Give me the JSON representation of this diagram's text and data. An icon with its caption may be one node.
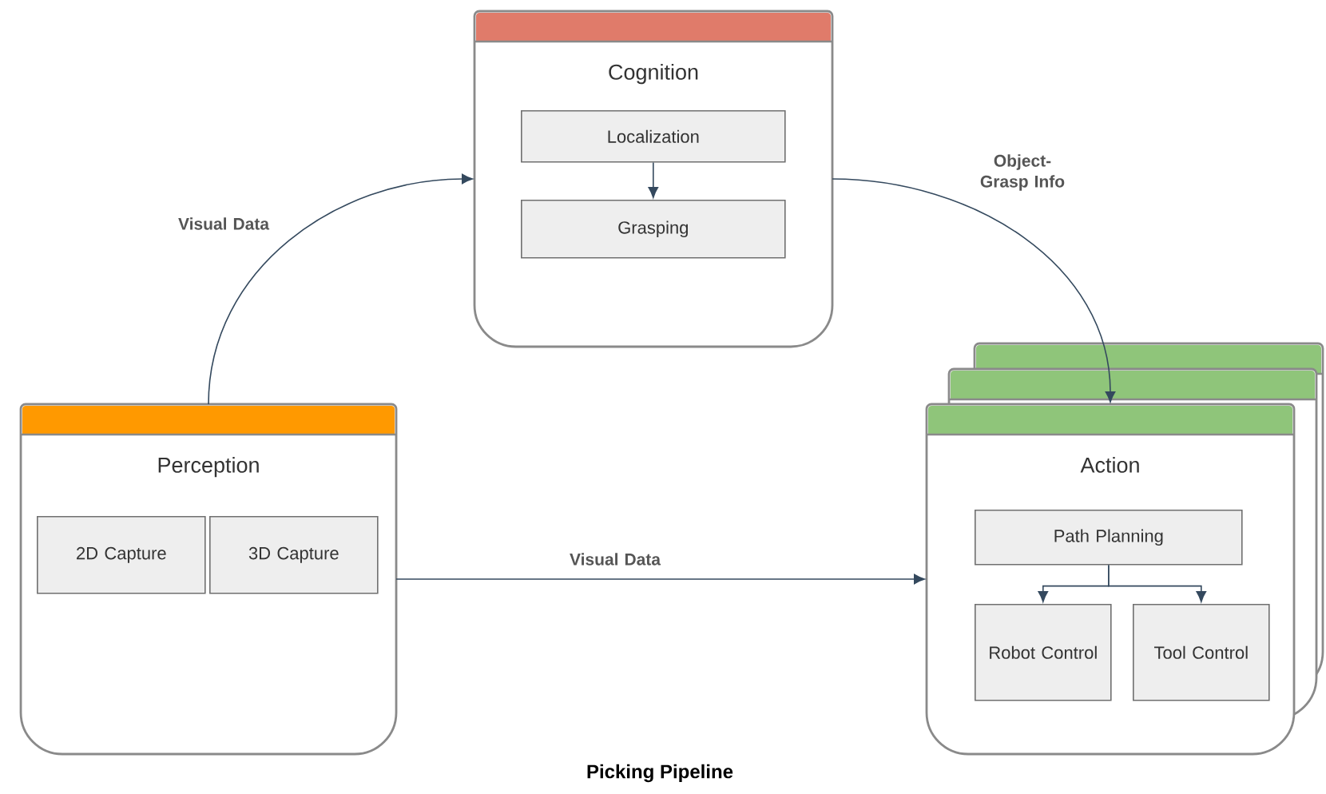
{
  "diagram": {
    "caption": "Picking Pipeline",
    "nodes": [
      {
        "text": [
          "Cognition"
        ]
      },
      {
        "text": [
          "Localization"
        ],
        "in": 0
      },
      {
        "text": [
          "Grasping"
        ],
        "in": 0
      },
      {
        "text": [
          "Perception"
        ]
      },
      {
        "text": [
          "2D Capture"
        ],
        "in": 3
      },
      {
        "text": [
          "3D Capture"
        ],
        "in": 3
      },
      {
        "text": [
          "Action"
        ]
      },
      {
        "text": [
          "Path Planning"
        ],
        "in": 6
      },
      {
        "text": [
          "Robot Control"
        ],
        "in": 6
      },
      {
        "text": [
          "Tool Control"
        ],
        "in": 6
      }
    ],
    "edges": [
      {
        "from": 3,
        "to": 0,
        "label": "Visual Data",
        "arrow": "to"
      },
      {
        "from": 0,
        "to": 6,
        "label": "Object-Grasp Info",
        "arrow": "to"
      },
      {
        "from": 3,
        "to": 6,
        "label": "Visual Data",
        "arrow": "to"
      },
      {
        "from": 1,
        "to": 2,
        "arrow": "to"
      },
      {
        "from": 7,
        "to": 8,
        "arrow": "to"
      },
      {
        "from": 7,
        "to": 9,
        "arrow": "to"
      }
    ]
  }
}
